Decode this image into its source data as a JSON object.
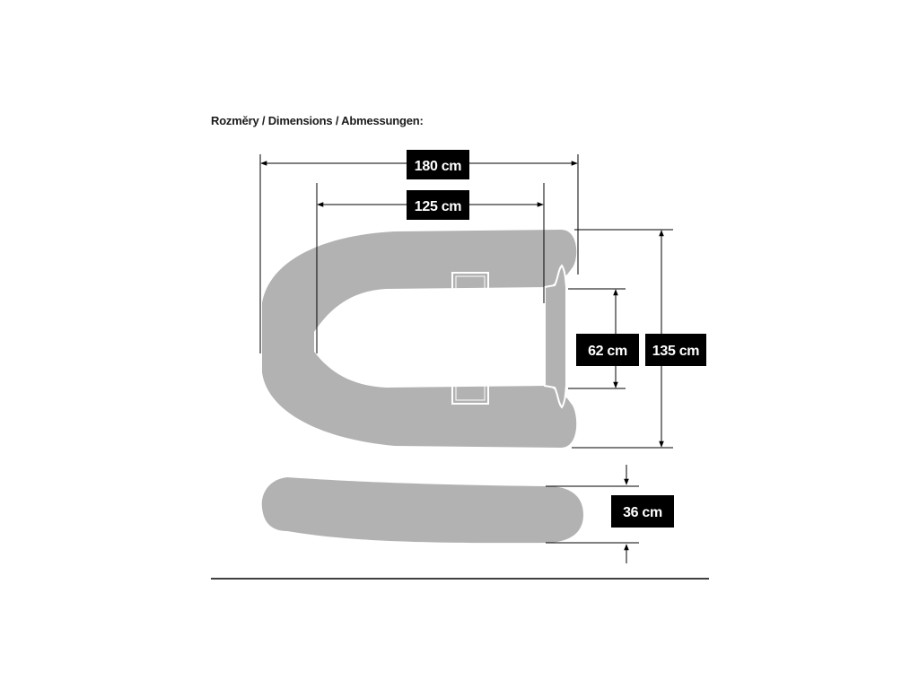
{
  "heading": "Rozměry / Dimensions / Abmessungen:",
  "dimensions": {
    "total_length": "180 cm",
    "inner_length": "125 cm",
    "transom_width": "62 cm",
    "total_width": "135 cm",
    "tube_diameter": "36 cm"
  },
  "colors": {
    "hull": "#b2b2b2",
    "ink": "#000000",
    "label_text": "#ffffff"
  }
}
